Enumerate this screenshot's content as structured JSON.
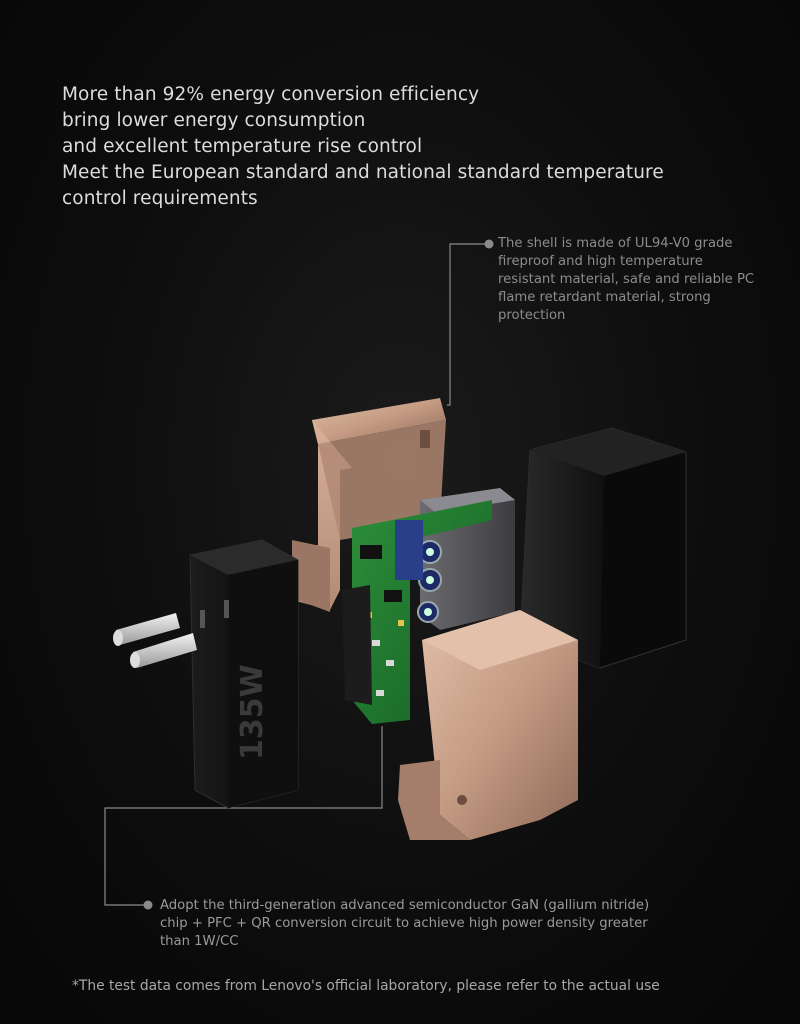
{
  "headline": {
    "lines": [
      "More than 92% energy conversion efficiency",
      "bring lower energy consumption",
      "and excellent temperature rise control",
      "Meet the European standard and national standard temperature",
      "control requirements"
    ]
  },
  "callout_shell": {
    "lines": [
      "The shell is made of UL94-V0 grade",
      "fireproof and high temperature",
      "resistant material, safe and reliable PC",
      "flame retardant material, strong",
      "protection"
    ]
  },
  "callout_gan": {
    "lines": [
      "Adopt the third-generation advanced semiconductor GaN (gallium nitride)",
      "chip + PFC + QR conversion circuit to achieve high power density greater",
      "than 1W/CC"
    ]
  },
  "footnote": "*The test data comes from Lenovo's official laboratory, please refer to the actual use",
  "product_marking": "135W",
  "colors": {
    "background": "#0b0b0b",
    "headline_text": "#dcdcdc",
    "callout_text": "#8c8c8c",
    "leader_line": "#8a8a8a",
    "copper_shield": "#c9a088",
    "pcb_green": "#1f7a2e"
  }
}
